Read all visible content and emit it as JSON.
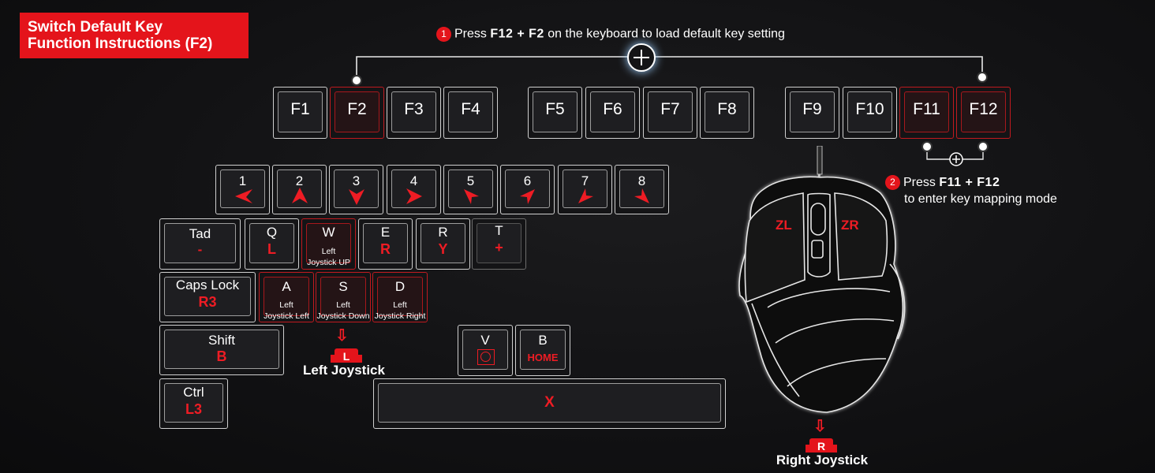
{
  "banner": {
    "line1": "Switch Default Key",
    "line2": "Function Instructions (F2)"
  },
  "step1": {
    "num": "1",
    "pre": "Press ",
    "keys": "F12 + F2",
    "post": " on the keyboard to load default key setting"
  },
  "step2": {
    "num": "2",
    "pre": "Press ",
    "keys": "F11 + F12",
    "line2": "to enter key mapping mode"
  },
  "fkeys": [
    "F1",
    "F2",
    "F3",
    "F4",
    "F5",
    "F6",
    "F7",
    "F8",
    "F9",
    "F10",
    "F11",
    "F12"
  ],
  "numkeys": [
    "1",
    "2",
    "3",
    "4",
    "5",
    "6",
    "7",
    "8"
  ],
  "keys": {
    "tab": {
      "label": "Tad",
      "map": "-"
    },
    "q": {
      "label": "Q",
      "map": "L"
    },
    "w": {
      "label": "W",
      "sub1": "Left",
      "sub2": "Joystick UP"
    },
    "e": {
      "label": "E",
      "map": "R"
    },
    "r": {
      "label": "R",
      "map": "Y"
    },
    "t": {
      "label": "T",
      "map": "+"
    },
    "caps": {
      "label": "Caps Lock",
      "map": "R3"
    },
    "a": {
      "label": "A",
      "sub1": "Left",
      "sub2": "Joystick Left"
    },
    "s": {
      "label": "S",
      "sub1": "Left",
      "sub2": "Joystick Down"
    },
    "d": {
      "label": "D",
      "sub1": "Left",
      "sub2": "Joystick Right"
    },
    "shift": {
      "label": "Shift",
      "map": "B"
    },
    "ctrl": {
      "label": "Ctrl",
      "map": "L3"
    },
    "v": {
      "label": "V"
    },
    "b": {
      "label": "B",
      "map": "HOME"
    },
    "space": {
      "map": "X"
    }
  },
  "left_joystick": {
    "badge": "L",
    "label": "Left Joystick"
  },
  "right_joystick": {
    "badge": "R",
    "label": "Right Joystick"
  },
  "mouse": {
    "zl": "ZL",
    "zr": "ZR"
  },
  "colors": {
    "accent": "#e4141b",
    "key_border": "#cfcfcf"
  }
}
